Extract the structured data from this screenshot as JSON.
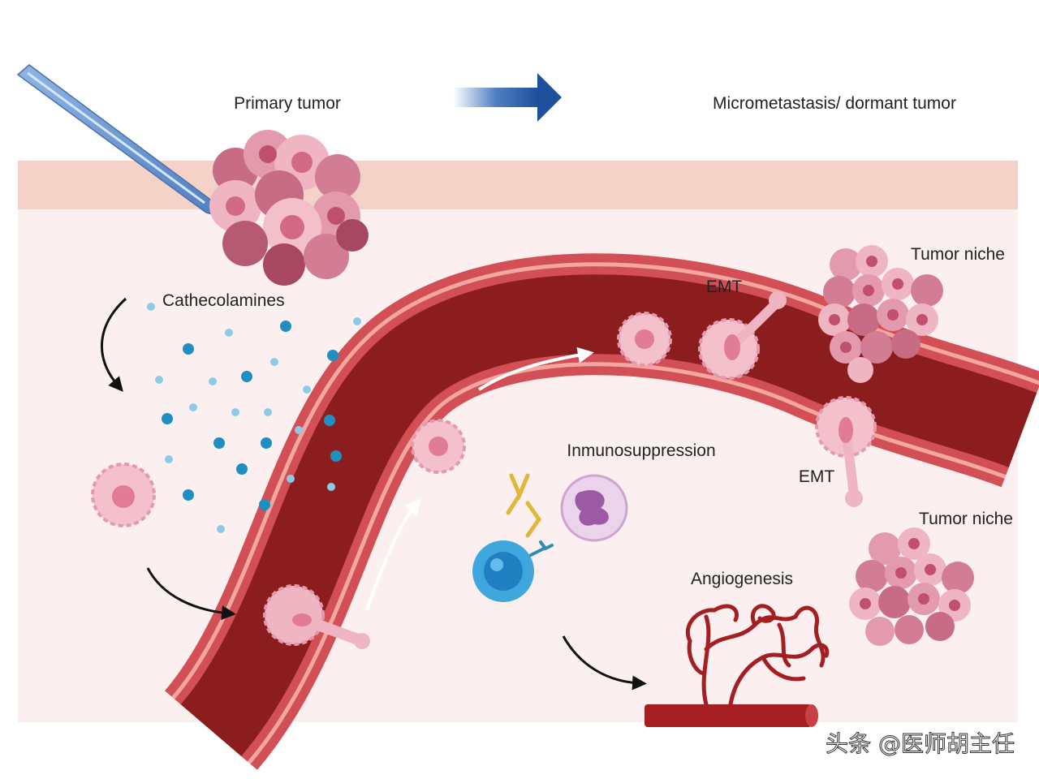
{
  "labels": {
    "primary_tumor": "Primary tumor",
    "micrometastasis": "Micrometastasis/ dormant tumor",
    "cathecolamines": "Cathecolamines",
    "emt_top": "EMT",
    "emt_bottom": "EMT",
    "tumor_niche_top": "Tumor niche",
    "tumor_niche_bottom": "Tumor niche",
    "inmunosuppression": "Inmunosuppression",
    "angiogenesis": "Angiogenesis"
  },
  "watermark": "头条 @医师胡主任",
  "colors": {
    "tissue_background": "#fbf0ef",
    "skin_band": "#f4d2c8",
    "vessel_wall": "#d14f55",
    "vessel_lumen": "#8c1d1f",
    "vessel_stripe": "#f2a8a0",
    "tumor_cell": "#e7a2b4",
    "tumor_cell_dark": "#b65a72",
    "catecholamine_dot": "#1f8fc2",
    "arrow_blue": "#1d4f9c",
    "immune_cell": "#3fa7de",
    "neutrophil": "#e7c6e6",
    "antibody": "#e0b838"
  }
}
